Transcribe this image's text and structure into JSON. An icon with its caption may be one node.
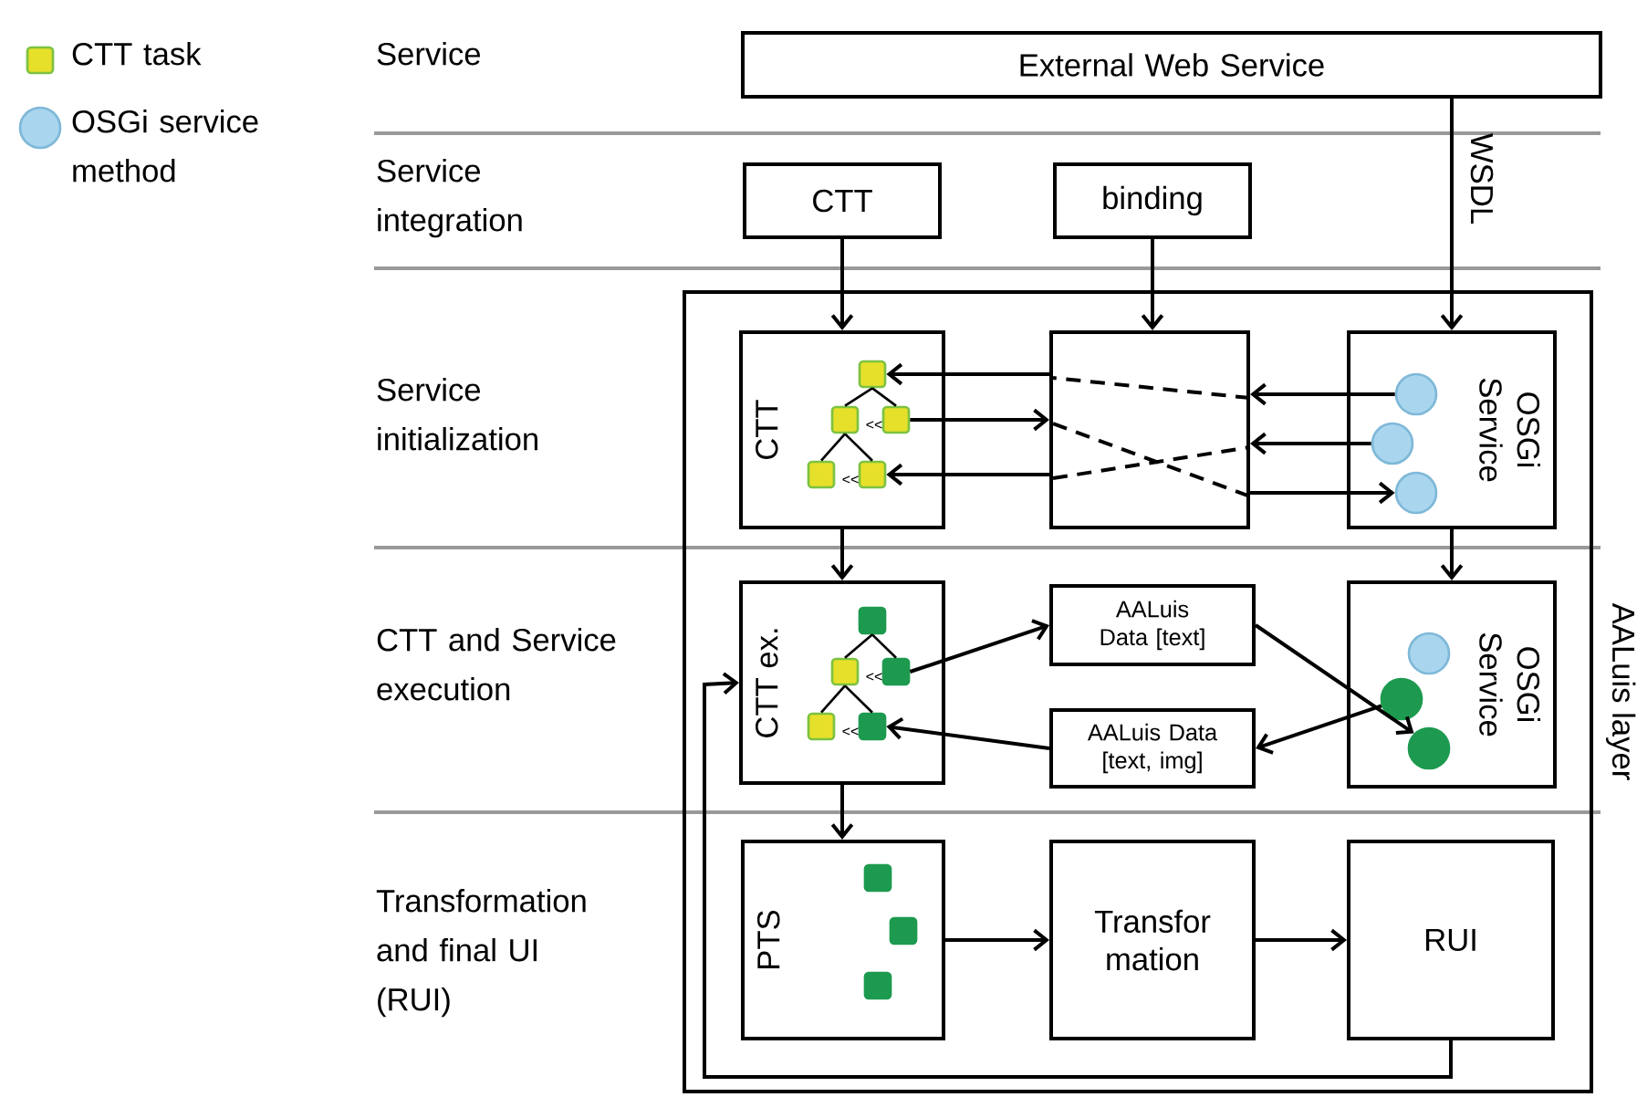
{
  "diagram": {
    "nodes": [
      {
        "text": [
          "External Web Service"
        ]
      },
      {
        "text": [
          "CTT"
        ]
      },
      {
        "text": [
          "binding"
        ]
      },
      {
        "text": [
          "AALuis layer"
        ]
      },
      {
        "text": [
          "CTT"
        ],
        "in": 3
      },
      {
        "text": [],
        "shape": "box",
        "in": 4
      },
      {
        "text": [],
        "shape": "box",
        "in": 4
      },
      {
        "text": [],
        "shape": "box",
        "in": 4
      },
      {
        "text": [],
        "shape": "box",
        "in": 4
      },
      {
        "text": [],
        "shape": "box",
        "in": 4
      },
      {
        "text": [],
        "shape": "box",
        "in": 3
      },
      {
        "text": [
          "OSGi Service"
        ],
        "in": 3
      },
      {
        "text": [],
        "shape": "circle",
        "in": 11
      },
      {
        "text": [],
        "shape": "circle",
        "in": 11
      },
      {
        "text": [],
        "shape": "circle",
        "in": 11
      },
      {
        "text": [
          "CTT ex."
        ],
        "in": 3
      },
      {
        "text": [],
        "shape": "box",
        "in": 15
      },
      {
        "text": [],
        "shape": "box",
        "in": 15
      },
      {
        "text": [],
        "shape": "box",
        "in": 15
      },
      {
        "text": [],
        "shape": "box",
        "in": 15
      },
      {
        "text": [],
        "shape": "box",
        "in": 15
      },
      {
        "text": [
          "AALuis Data [text]"
        ],
        "in": 3
      },
      {
        "text": [
          "AALuis Data [text, img]"
        ],
        "in": 3
      },
      {
        "text": [
          "OSGi Service"
        ],
        "in": 3
      },
      {
        "text": [],
        "shape": "circle",
        "in": 23
      },
      {
        "text": [],
        "shape": "circle",
        "in": 23
      },
      {
        "text": [],
        "shape": "circle",
        "in": 23
      },
      {
        "text": [
          "PTS"
        ],
        "in": 3
      },
      {
        "text": [],
        "shape": "box",
        "in": 27
      },
      {
        "text": [],
        "shape": "box",
        "in": 27
      },
      {
        "text": [],
        "shape": "box",
        "in": 27
      },
      {
        "text": [
          "Transfor mation"
        ],
        "in": 3
      },
      {
        "text": [
          "RUI"
        ],
        "in": 3
      }
    ],
    "edges": [
      {
        "from": 0,
        "to": 11,
        "arrow": "to",
        "label": "WSDL"
      },
      {
        "from": 1,
        "to": 4,
        "arrow": "to"
      },
      {
        "from": 2,
        "to": 10,
        "arrow": "to"
      },
      {
        "from": 12,
        "to": 10,
        "arrow": "to"
      },
      {
        "from": 10,
        "to": 5,
        "arrow": "to"
      },
      {
        "from": 7,
        "to": 10,
        "arrow": "to"
      },
      {
        "from": 13,
        "to": 10,
        "arrow": "to"
      },
      {
        "from": 10,
        "to": 14,
        "arrow": "to"
      },
      {
        "from": 10,
        "to": 9,
        "arrow": "to"
      },
      {
        "from": 5,
        "to": 6,
        "arrow": "none"
      },
      {
        "from": 5,
        "to": 7,
        "arrow": "none"
      },
      {
        "from": 6,
        "to": 8,
        "arrow": "none"
      },
      {
        "from": 6,
        "to": 9,
        "arrow": "none"
      },
      {
        "from": 4,
        "to": 15,
        "arrow": "to"
      },
      {
        "from": 11,
        "to": 23,
        "arrow": "to"
      },
      {
        "from": 16,
        "to": 17,
        "arrow": "none"
      },
      {
        "from": 16,
        "to": 18,
        "arrow": "none"
      },
      {
        "from": 17,
        "to": 19,
        "arrow": "none"
      },
      {
        "from": 17,
        "to": 20,
        "arrow": "none"
      },
      {
        "from": 18,
        "to": 21,
        "arrow": "to"
      },
      {
        "from": 21,
        "to": 26,
        "arrow": "to"
      },
      {
        "from": 25,
        "to": 22,
        "arrow": "to"
      },
      {
        "from": 22,
        "to": 20,
        "arrow": "to"
      },
      {
        "from": 15,
        "to": 27,
        "arrow": "to"
      },
      {
        "from": 27,
        "to": 31,
        "arrow": "to"
      },
      {
        "from": 31,
        "to": 32,
        "arrow": "to"
      },
      {
        "from": 32,
        "to": 15,
        "arrow": "to"
      }
    ],
    "labels": [
      "Service",
      "Service integration",
      "Service initialization",
      "<<",
      "<<",
      "CTT and Service execution",
      "<<",
      "<<",
      "Transformation and final UI (RUI)"
    ],
    "legend": [
      {
        "text": "CTT task",
        "color": "#e6e02a"
      },
      {
        "text": "OSGi service method",
        "color": "#a9d6ee"
      }
    ]
  }
}
